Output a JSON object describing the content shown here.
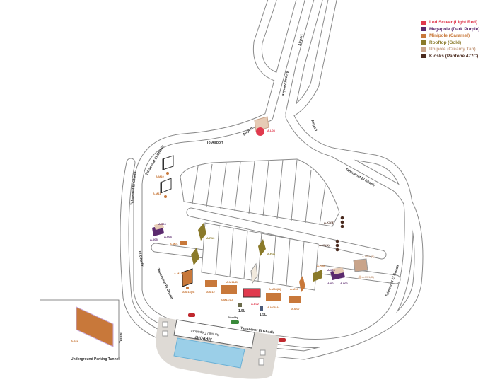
{
  "legend": [
    {
      "label": "Led Screen(Light Red)",
      "color": "#e03a4e"
    },
    {
      "label": "Megapole (Dark Purple)",
      "color": "#5b2a6e"
    },
    {
      "label": "Minipole (Caramel)",
      "color": "#c8783a"
    },
    {
      "label": "Rooftop (Gold)",
      "color": "#8a7a2a"
    },
    {
      "label": "Unipole (Creamy Tan)",
      "color": "#c9a48a"
    },
    {
      "label": "Kiosks (Pantone 477C)",
      "color": "#4a2a1e"
    }
  ],
  "roads": {
    "to_airport": "To Airport",
    "airport": "Airport",
    "airport_2": "Airport",
    "airport_3": "Airport",
    "airport_service": "Airport Service",
    "tahseenat_1": "Tahseenat El Ghadir",
    "tahseenat_2": "Tahseenat El Ghadir",
    "tahseenat_3": "Tahseenat El Ghadir",
    "tahseenat_4": "Tahseenat El Ghadir",
    "tahseenat_5": "Tahseenat El Ghadir",
    "tahseenat_6": "Tahseenat El Ghadir",
    "left_road": "El Ghadir"
  },
  "sites": {
    "led_top": "A.L03",
    "m10": "A.M10",
    "m11": "A.M11",
    "p_left": "A.006",
    "p_left2": "A.005",
    "p_left3": "A.004",
    "m_small": "A.M01",
    "m13": "A.M13(A)",
    "m13b": "A.M13(B)",
    "m12": "A.M12",
    "m11a": "A.M11(A)",
    "m11b": "A.M11(B)",
    "led_mid": "A.L02",
    "m08a": "A.M08(A)",
    "m08b": "A.M08(B)",
    "m07": "A.M07",
    "m06": "A.M06",
    "r_left": "A.R13",
    "r_mid": "A.R11",
    "k1": "A.K1(B)",
    "k2": "A.K1(A)",
    "u01": "A.U01 (F)",
    "u01b": "A.U01(B)",
    "r_right": "A.R02",
    "p_right": "A.003",
    "p_right2": "A.001",
    "p_right3": "A.002",
    "small1": "1.5L",
    "small2": "1.5L",
    "green_car": "Stand by",
    "tunnel_board": "A.022"
  },
  "terminal": {
    "line1": "AIRPORT",
    "line2": "Arrival / Departure"
  },
  "inset": {
    "caption": "Underground Parking Tunnel",
    "side": "Tunnel"
  }
}
